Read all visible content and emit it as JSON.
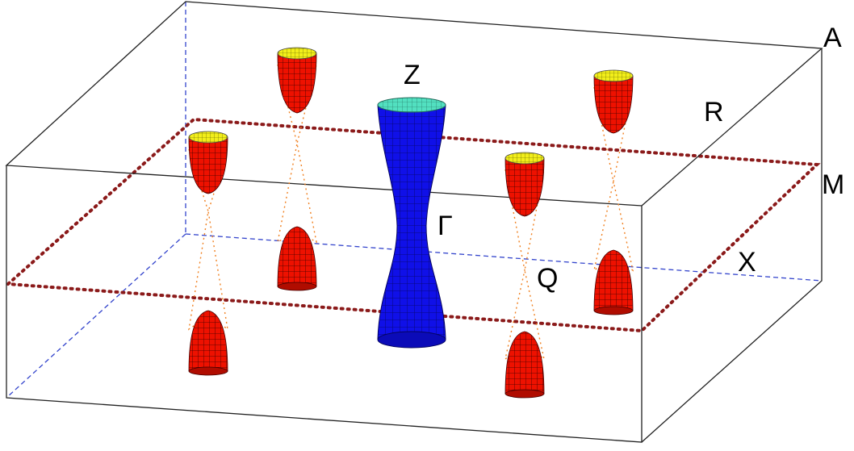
{
  "labels": {
    "Z": "Z",
    "Gamma": "Γ",
    "A": "A",
    "R": "R",
    "M": "M",
    "X": "X",
    "Q": "Q"
  },
  "colors": {
    "box_edge": "#222222",
    "hidden_edge": "#3344cc",
    "dotted_plane": "#8b1a1a",
    "red_cone": "#ee1100",
    "yellow_cap": "#f2ee1a",
    "blue_surface": "#1010e8",
    "cyan_cap": "#52e0c0",
    "orange_dots": "#f08020"
  }
}
